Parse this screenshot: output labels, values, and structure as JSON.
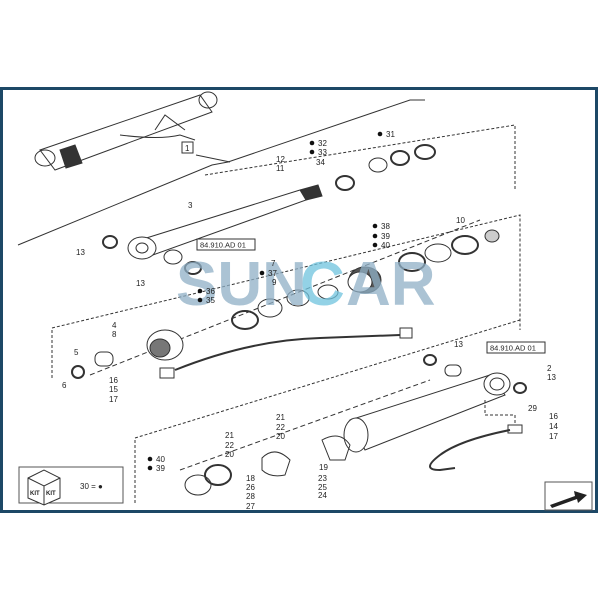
{
  "diagram": {
    "reference_label": "84.910.AD 01",
    "assembly_callout": "1",
    "watermark": {
      "text_left": "SUN",
      "text_mid": "C",
      "text_right": "AR"
    },
    "kit_legend": {
      "kit_text": "KIT",
      "item": "30 = ●"
    },
    "callouts": [
      "1",
      "2",
      "3",
      "4",
      "5",
      "6",
      "7",
      "8",
      "9",
      "10",
      "11",
      "12",
      "13",
      "13",
      "13",
      "13",
      "14",
      "15",
      "16",
      "16",
      "17",
      "17",
      "18",
      "19",
      "20",
      "20",
      "21",
      "21",
      "22",
      "22",
      "23",
      "24",
      "25",
      "26",
      "27",
      "28",
      "29",
      "31",
      "32",
      "33",
      "34",
      "35",
      "36",
      "37",
      "38",
      "39",
      "40",
      "39",
      "40"
    ],
    "colors": {
      "frame": "#1d4866",
      "watermark": "#8fb0c6",
      "watermark_accent": "#6fc3de"
    },
    "nav_icon": "next-page-arrow-icon"
  }
}
